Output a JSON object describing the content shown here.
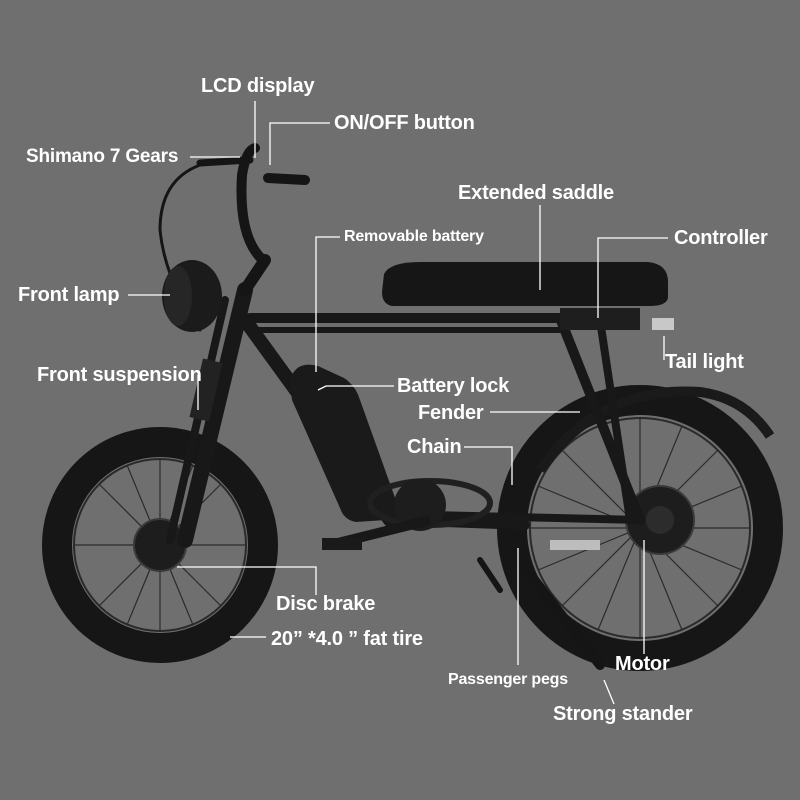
{
  "colors": {
    "background": "#6f6f6f",
    "bike": "#151515",
    "label": "#ffffff",
    "leader_line": "#ffffff"
  },
  "labels": {
    "lcd_display": "LCD display",
    "on_off_button": "ON/OFF button",
    "shimano_gears": "Shimano 7 Gears",
    "extended_saddle": "Extended saddle",
    "removable_battery": "Removable battery",
    "controller": "Controller",
    "front_lamp": "Front lamp",
    "tail_light": "Tail light",
    "front_suspension": "Front suspension",
    "battery_lock": "Battery lock",
    "fender": "Fender",
    "chain": "Chain",
    "disc_brake": "Disc brake",
    "fat_tire": "20” *4.0 ” fat tire",
    "passenger_pegs": "Passenger pegs",
    "motor": "Motor",
    "strong_stander": "Strong stander"
  }
}
